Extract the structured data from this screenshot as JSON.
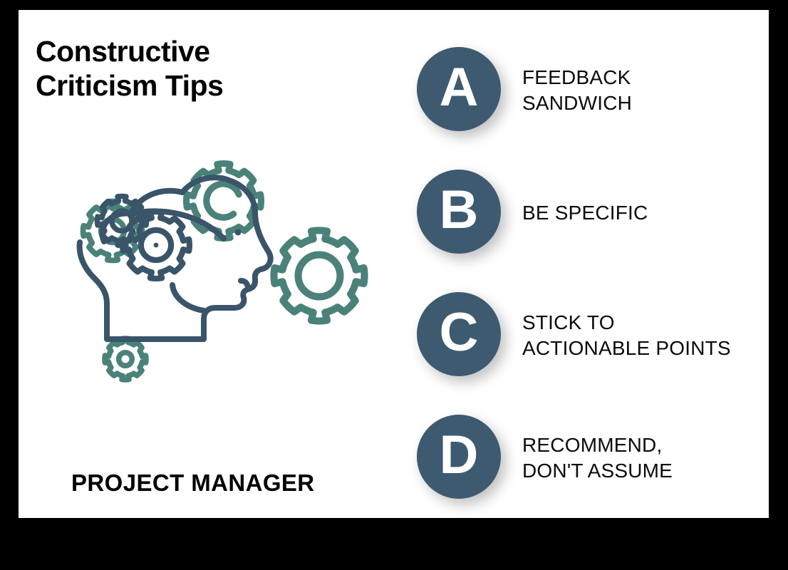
{
  "title": {
    "line1": "Constructive",
    "line2": "Criticism Tips"
  },
  "illustration": {
    "caption": "PROJECT MANAGER",
    "head_icon": "head-profile-with-gears-icon",
    "gear_icons": [
      "gear-icon-small-top-left",
      "gear-icon-medium-top-center",
      "gear-icon-large-right",
      "gear-icon-tiny-bottom-left"
    ]
  },
  "tips": [
    {
      "letter": "A",
      "lines": [
        "FEEDBACK",
        "SANDWICH"
      ]
    },
    {
      "letter": "B",
      "lines": [
        "BE SPECIFIC"
      ]
    },
    {
      "letter": "C",
      "lines": [
        "STICK TO",
        "ACTIONABLE POINTS"
      ]
    },
    {
      "letter": "D",
      "lines": [
        "RECOMMEND,",
        "DON'T ASSUME"
      ]
    }
  ],
  "colors": {
    "badge": "#3d5a70",
    "badge_letter": "#ffffff",
    "head_outline": "#3a5469",
    "gear_accent": "#4a8279",
    "text": "#000000",
    "canvas": "#ffffff",
    "frame": "#000000"
  }
}
